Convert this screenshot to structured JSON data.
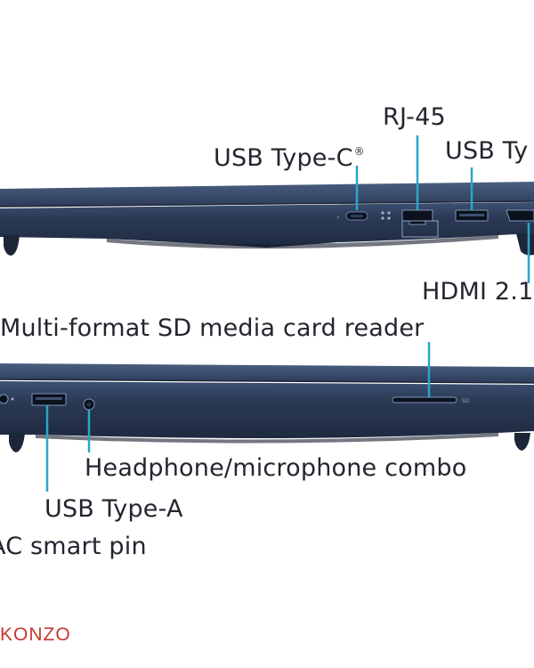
{
  "top_view": {
    "labels": {
      "rj45": "RJ-45",
      "usb_c": "USB Type-C",
      "usb_c_mark": "®",
      "usb_a_right": "USB Ty",
      "hdmi": "HDMI 2.1"
    }
  },
  "bottom_view": {
    "labels": {
      "sd_reader": "Multi-format SD media card reader",
      "headphone": "Headphone/microphone combo",
      "usb_a_left": "USB Type-A",
      "ac_pin": "AC smart pin"
    }
  },
  "watermark": "KONZO",
  "colors": {
    "body": "#2b3a55",
    "body_dark": "#1e2a40",
    "body_light": "#3d5172",
    "callout": "#2aa6c9",
    "watermark": "#c8372f"
  },
  "icons": [
    "usb-c-port-icon",
    "rj45-port-icon",
    "usb-a-port-icon",
    "hdmi-port-icon",
    "sd-slot-icon",
    "audio-jack-icon"
  ]
}
